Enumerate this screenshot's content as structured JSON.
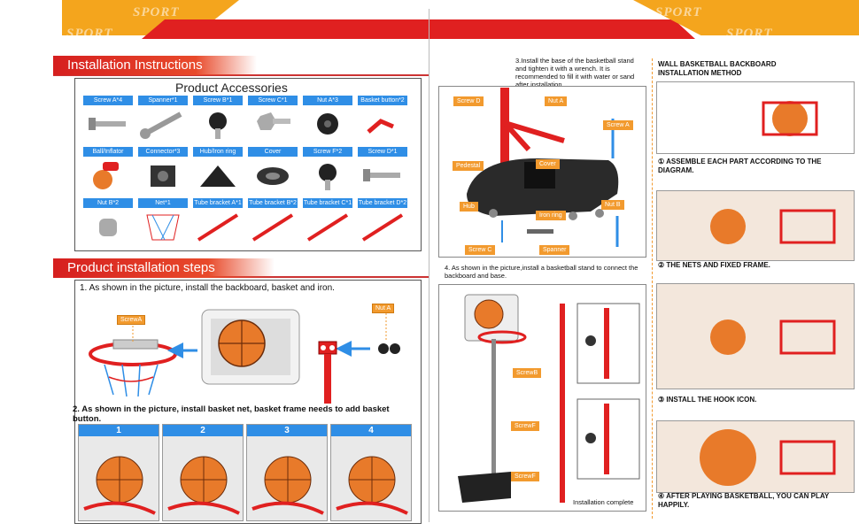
{
  "header": {
    "sport_word": "SPORT"
  },
  "left": {
    "installation_instructions": "Installation Instructions",
    "product_accessories": "Product Accessories",
    "accessories": [
      {
        "label": "Screw A*4",
        "icon": "screw-icon"
      },
      {
        "label": "Spanner*1",
        "icon": "spanner-icon"
      },
      {
        "label": "Screw B*1",
        "icon": "knob-screw-icon"
      },
      {
        "label": "Screw C*1",
        "icon": "hex-bolt-icon"
      },
      {
        "label": "Nut A*3",
        "icon": "nut-icon"
      },
      {
        "label": "Basket button*2",
        "icon": "basket-button-icon"
      },
      {
        "label": "Ball/Inflator",
        "icon": "ball-inflator-icon"
      },
      {
        "label": "Connector*3",
        "icon": "connector-icon"
      },
      {
        "label": "Hub/Iron ring",
        "icon": "hub-icon"
      },
      {
        "label": "Cover",
        "icon": "cover-icon"
      },
      {
        "label": "Screw F*2",
        "icon": "knob-screw-icon"
      },
      {
        "label": "Screw D*1",
        "icon": "screw-icon"
      },
      {
        "label": "Nut B*2",
        "icon": "cap-nut-icon"
      },
      {
        "label": "Net*1",
        "icon": "net-icon"
      },
      {
        "label": "Tube bracket A*1",
        "icon": "tube-icon"
      },
      {
        "label": "Tube bracket B*2",
        "icon": "tube-icon"
      },
      {
        "label": "Tube bracket C*1",
        "icon": "tube-icon"
      },
      {
        "label": "Tube bracket D*2",
        "icon": "tube-icon"
      }
    ],
    "product_installation_steps": "Product installation steps",
    "step1": "1. As shown in the picture, install the backboard, basket and iron.",
    "screw_a": "ScrewA",
    "nut_a": "Nut A",
    "step2": "2. As shown in the picture, install basket net, basket frame needs to add basket button.",
    "photo_numbers": [
      "1",
      "2",
      "3",
      "4"
    ]
  },
  "right": {
    "step3": "3.Install the base of the basketball stand and tighten it with a wrench. It is recommended to fill it with water or sand after installation.",
    "labels3": {
      "screw_d": "Screw D",
      "nut_a": "Nut A",
      "screw_a": "Screw A",
      "pedestal": "Pedestal",
      "cover": "Cover",
      "hub": "Hub",
      "iron_ring": "Iron ring",
      "nut_b": "Nut B",
      "screw_c": "Screw C",
      "spanner": "Spanner"
    },
    "step4": "4. As shown in the picture,install a basketball stand to connect the backboard and base.",
    "labels4": {
      "screw_b": "ScrewB",
      "screw_f1": "ScrewF",
      "screw_f2": "ScrewF"
    },
    "installation_complete": "Installation complete",
    "wall_title": "WALL BASKETBALL BACKBOARD INSTALLATION METHOD",
    "wall_steps": [
      "① ASSEMBLE EACH PART ACCORDING TO THE DIAGRAM.",
      "② THE NETS AND FIXED FRAME.",
      "③ INSTALL THE HOOK ICON.",
      "④ AFTER PLAYING BASKETBALL, YOU CAN  PLAY HAPPILY."
    ]
  },
  "colors": {
    "orange": "#f4a51d",
    "red": "#e02020",
    "blue": "#2f8ee6",
    "tag_orange": "#f29a2e"
  }
}
